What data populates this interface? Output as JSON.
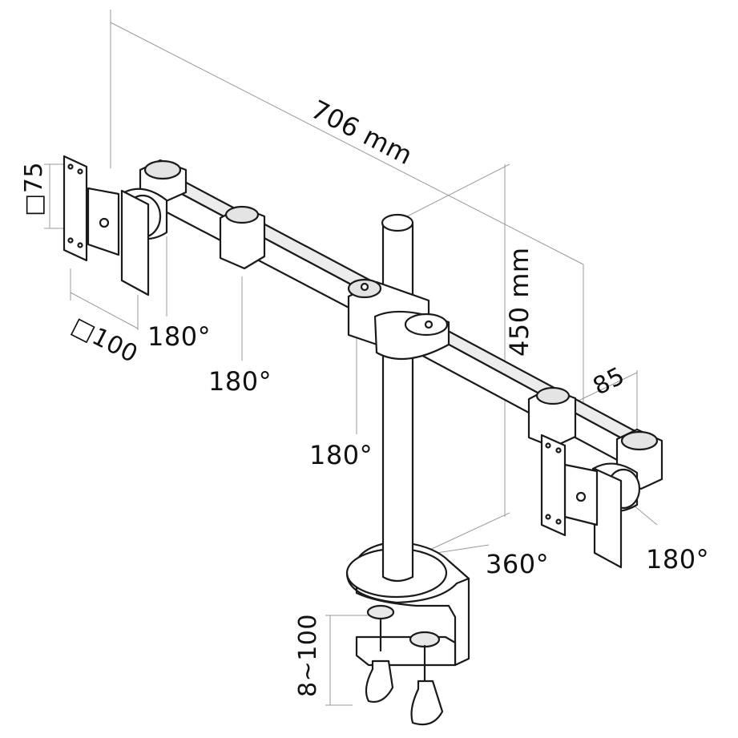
{
  "dimensions": {
    "total_width": "706 mm",
    "height": "450 mm",
    "arm_offset": "85",
    "vesa_small": "□75",
    "vesa_large": "□100",
    "desk_thickness": "8~100"
  },
  "rotations": {
    "left_tilt": "180°",
    "left_swivel": "180°",
    "center_arm": "180°",
    "pole_rotation": "360°",
    "right_tilt": "180°"
  },
  "colors": {
    "line": "#1a1a1a",
    "dimension_line": "#9a9a9a",
    "fill": "#ffffff",
    "shade": "#d8d8d8"
  }
}
